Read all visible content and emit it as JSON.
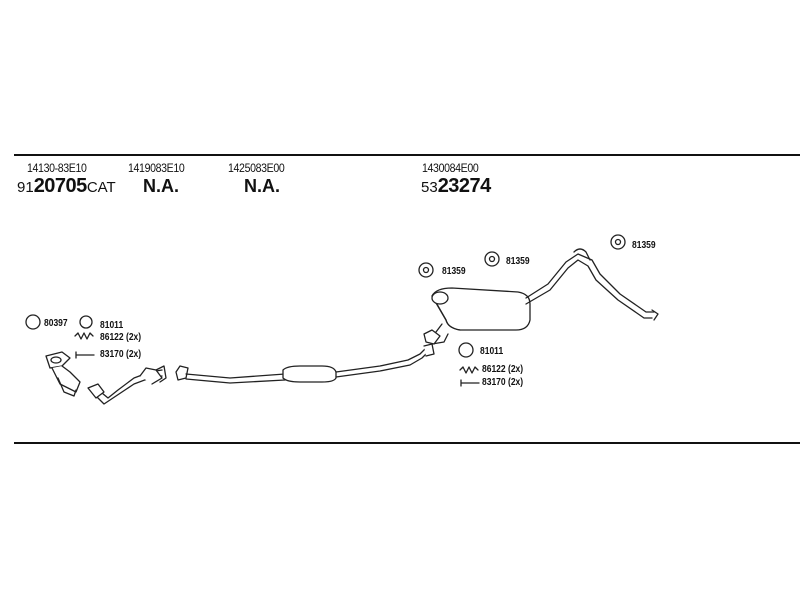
{
  "header": {
    "oe_numbers": [
      "14130-83E10",
      "1419083E10",
      "1425083E00",
      "1430084E00"
    ],
    "part1": {
      "prefix": "91",
      "number": "20705",
      "suffix": "CAT"
    },
    "part2": "N.A.",
    "part3": "N.A.",
    "part4": {
      "prefix": "53",
      "number": "23274"
    }
  },
  "labels": {
    "front_gasket": "80397",
    "front_clamp": "81011",
    "front_spring": "86122 (2x)",
    "front_bolt": "83170 (2x)",
    "rear_clamp": "81011",
    "rear_spring": "86122 (2x)",
    "rear_bolt": "83170 (2x)",
    "hanger1": "81359",
    "hanger2": "81359",
    "hanger3": "81359"
  },
  "icons": [
    "ring-icon",
    "hanger-icon",
    "spring-icon",
    "bolt-icon"
  ]
}
